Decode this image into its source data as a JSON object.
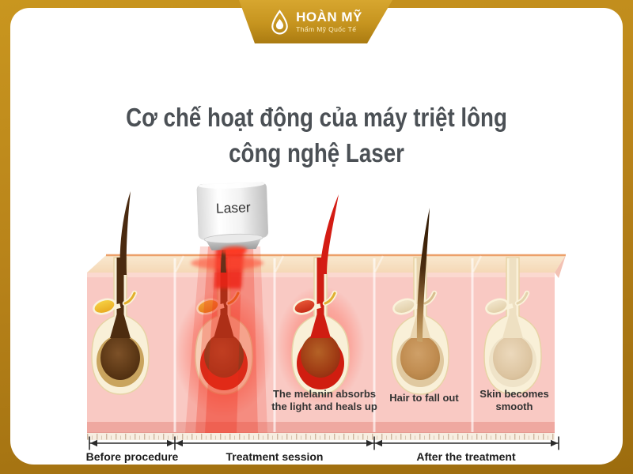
{
  "brand": {
    "name": "HOÀN MỸ",
    "tagline": "Thẩm Mỹ Quốc Tế",
    "icon": "water-drop-icon"
  },
  "title": {
    "line1": "Cơ chế hoạt động của máy triệt lông",
    "line2": "công nghệ Laser"
  },
  "diagram": {
    "device_label": "Laser",
    "annotations": {
      "melanin_line1": "The melanin absorbs",
      "melanin_line2": "the light and heals up",
      "fall_out": "Hair to fall out",
      "smooth_line1": "Skin becomes",
      "smooth_line2": "smooth"
    },
    "timeline": [
      {
        "label": "Before procedure"
      },
      {
        "label": "Treatment session"
      },
      {
        "label": "After the treatment"
      }
    ]
  },
  "colors": {
    "frame_gold": "#b9861b",
    "banner_gold": "#c6941f",
    "skin_pink": "#f9c9c3",
    "epidermis_cream": "#f8e5c9",
    "beam_red": "#ee2c18",
    "hair_brown": "#4a2a10",
    "heated_red": "#d01d10",
    "title_gray": "#4b5055",
    "label_dark": "#323232"
  }
}
